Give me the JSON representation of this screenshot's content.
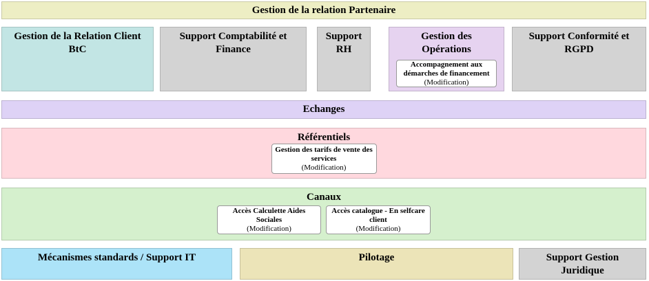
{
  "colors": {
    "banner_yellow": "#edeec4",
    "teal": "#c2e5e4",
    "gray": "#d3d3d3",
    "purple": "#e6d3f0",
    "lavender": "#ded2f6",
    "pink": "#ffd8de",
    "green": "#d5f0cd",
    "blue": "#ace3f8",
    "tan": "#ece4b8",
    "card_white": "#ffffff"
  },
  "banner": {
    "label": "Gestion de la relation Partenaire"
  },
  "capabilities": [
    {
      "label": "Gestion de la Relation Client\nBtC"
    },
    {
      "label": "Support Comptabilité et\nFinance"
    },
    {
      "label": "Support\nRH"
    },
    {
      "label": "Gestion des\nOpérations",
      "card": {
        "label": "Accompagnement aux\ndémarches de financement",
        "tag": "(Modification)"
      }
    },
    {
      "label": "Support Conformité et\nRGPD"
    }
  ],
  "bands": {
    "echanges": {
      "label": "Echanges"
    },
    "referentiels": {
      "label": "Référentiels",
      "card": {
        "label": "Gestion des tarifs de vente des\nservices",
        "tag": "(Modification)"
      }
    },
    "canaux": {
      "label": "Canaux",
      "cards": [
        {
          "label": "Accès Calculette Aides\nSociales",
          "tag": "(Modification)"
        },
        {
          "label": "Accès catalogue - En selfcare\nclient",
          "tag": "(Modification)"
        }
      ]
    }
  },
  "bottom": [
    {
      "label": "Mécanismes standards / Support IT"
    },
    {
      "label": "Pilotage"
    },
    {
      "label": "Support Gestion\nJuridique"
    }
  ]
}
